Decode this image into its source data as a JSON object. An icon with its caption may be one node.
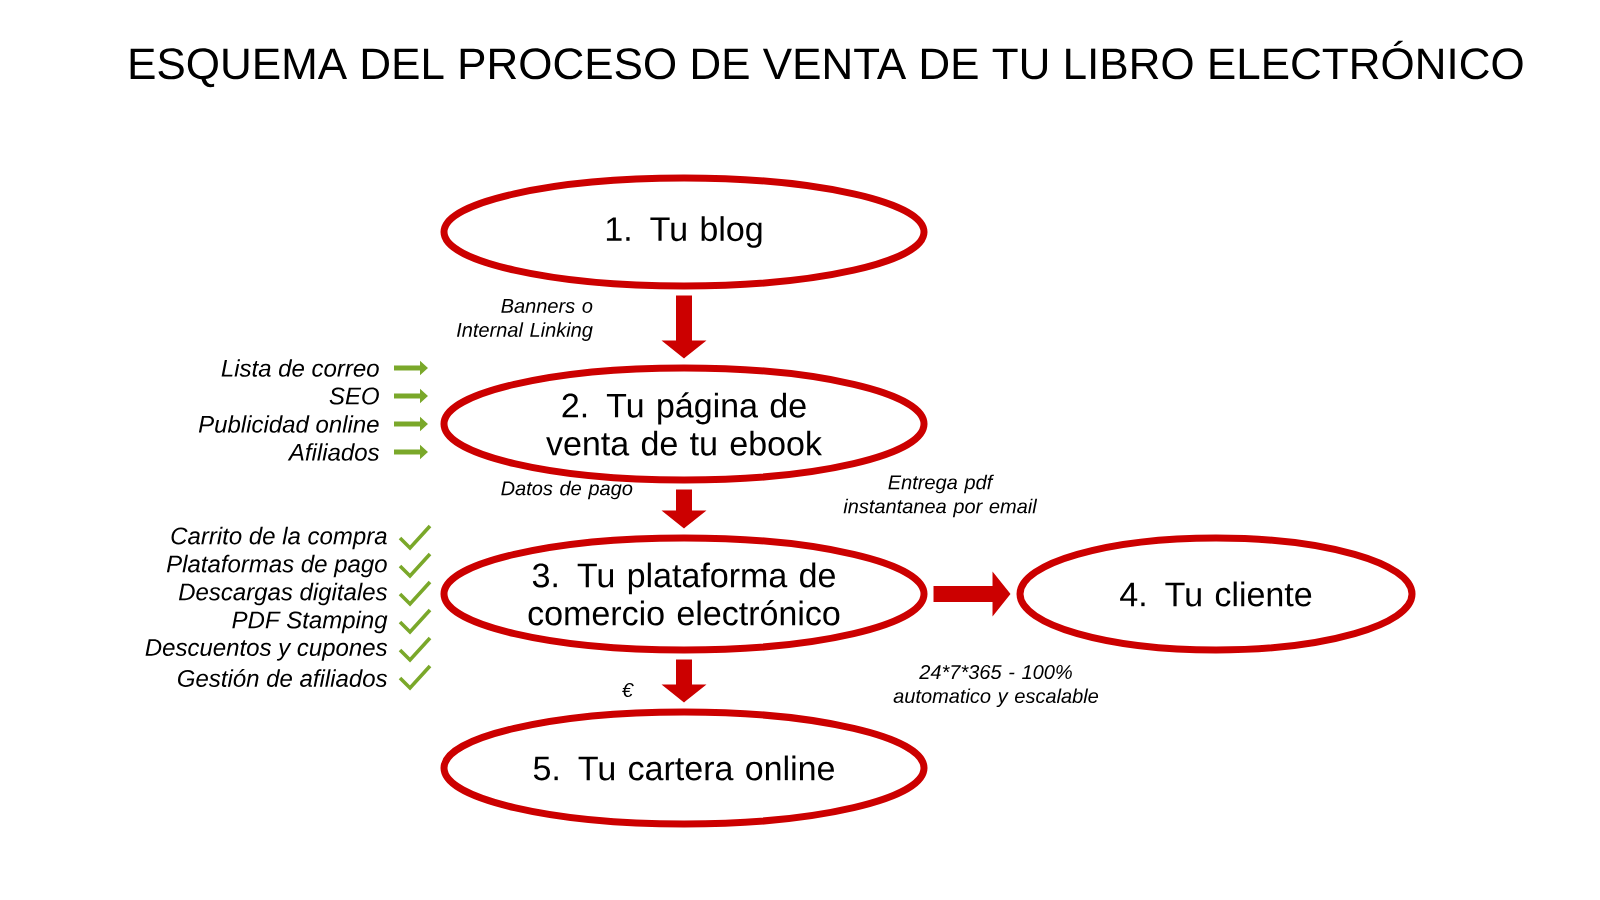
{
  "diagram": {
    "title": "ESQUEMA DEL PROCESO DE VENTA DE TU LIBRO ELECTRÓNICO",
    "nodes": [
      {
        "text": [
          "1. Tu blog"
        ]
      },
      {
        "text": [
          "2. Tu página de venta de tu ebook"
        ]
      },
      {
        "text": [
          "3. Tu plataforma de comercio electrónico"
        ]
      },
      {
        "text": [
          "4. Tu cliente"
        ]
      },
      {
        "text": [
          "5. Tu cartera online"
        ]
      }
    ],
    "edges": [
      {
        "from": 0,
        "to": 1,
        "arrow": "to",
        "label": "Banners o Internal Linking"
      },
      {
        "from": 1,
        "to": 2,
        "arrow": "to",
        "label": "Datos de pago"
      },
      {
        "from": 2,
        "to": 3,
        "arrow": "to",
        "label": "Entrega pdf instantanea por email"
      },
      {
        "from": 2,
        "to": 4,
        "arrow": "to",
        "label": "€"
      }
    ],
    "labels": [
      "Lista de correo",
      "SEO",
      "Publicidad online",
      "Afiliados",
      "Carrito de la compra",
      "Plataformas de pago",
      "Descargas digitales",
      "PDF Stamping",
      "Descuentos y cupones",
      "Gestión de afiliados",
      "24*7*365 - 100% automatico y escalable"
    ]
  }
}
